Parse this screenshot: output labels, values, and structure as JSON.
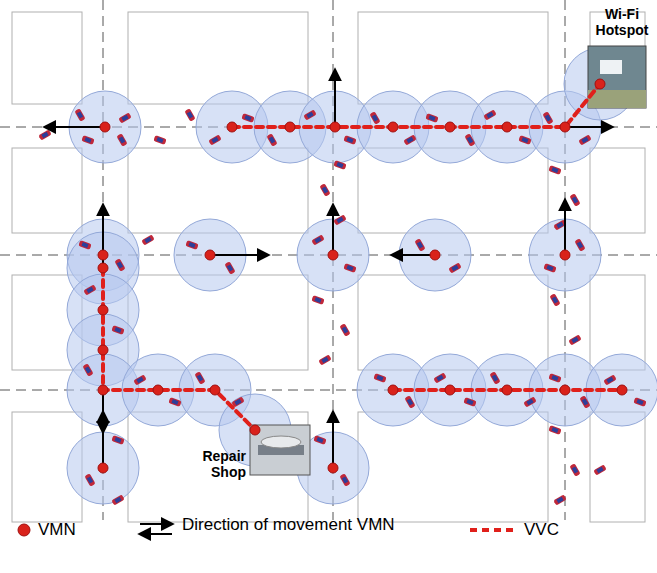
{
  "diagram": {
    "labels": [
      "Wi-Fi Hotspot",
      "Repair Shop"
    ],
    "legend": [
      {
        "text": "VMN"
      },
      {
        "text": "Direction of movement VMN"
      },
      {
        "text": "VVC"
      }
    ]
  }
}
